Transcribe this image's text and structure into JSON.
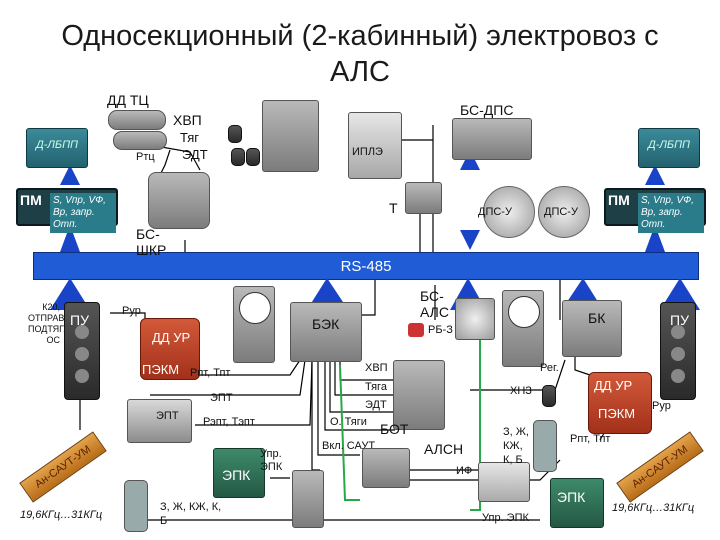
{
  "title": {
    "line1": "Односекционный (2-кабинный) электровоз с",
    "line2": "АЛС"
  },
  "bus": "RS-485",
  "labels": {
    "dd_tc": "ДД ТЦ",
    "hvp_top": "ХВП",
    "tyag_top": "Тяг",
    "edt_top": "ЭДТ",
    "rtc": "Ртц",
    "bs_dps": "БС-ДПС",
    "iplae": "ИПЛЭ",
    "t": "Т",
    "dps_u1": "ДПС-У",
    "dps_u2": "ДПС-У",
    "d_lbpp_left": "Д-ЛБПП",
    "d_lbpp_right": "Д-ЛБПП",
    "pm_left": "ПМ",
    "pm_right": "ПМ",
    "pm_screen": "S, Vпр, VФ, Вр, запр. Отп.",
    "bs_shkr": "БС-ШКР",
    "k20": "К20, ОТПРАВ, ПОДТЯГ, ОС",
    "pu_left": "ПУ",
    "pu_right": "ПУ",
    "rur_left": "Рур",
    "rur_right": "Рур",
    "dd_ur_left": "ДД УР",
    "pekm": "ПЭКМ",
    "bek": "БЭК",
    "bs_als": "БС-АЛС",
    "bk": "БК",
    "rb_z": "РБ-З",
    "reg": "Рег.",
    "dd_ur_right": "ДД УР",
    "pek": "ПЭКМ",
    "ppt_tpt_left": "Рпт, Тпт",
    "ept": "ЭПТ",
    "ept_box": "ЭПТ",
    "pept_tept": "Рэпт, Тэпт",
    "hvp_mid": "ХВП",
    "tyaga": "Тяга",
    "edt_mid": "ЭДТ",
    "o_tyagi": "О. Тяги",
    "bot": "БОТ",
    "hnz": "ХНЗ",
    "ppt_tpt_right": "Рпт, Тпт",
    "vkl_saut": "Вкл. САУТ",
    "alsn": "АЛСН",
    "if": "ИФ",
    "signals_right": "З, Ж, КЖ, К, Б",
    "signals_left": "З, Ж, КЖ, К, Б",
    "upr_epk_top": "Упр. ЭПК",
    "upr_epk_bottom": "Упр. ЭПК",
    "epk_left": "ЭПК",
    "epk_right": "ЭПК",
    "freq_left": "19,6КГц…31КГц",
    "freq_right": "19,6КГц…31КГц",
    "an_saut_left": "Ан-САУТ-УМ",
    "an_saut_right": "Ан-САУТ-УМ"
  },
  "colors": {
    "bus": "#1f5cd6",
    "arrow": "#1a44c8",
    "line": "#000000",
    "green_line": "#27a84a",
    "text": "#1a1a1a"
  }
}
